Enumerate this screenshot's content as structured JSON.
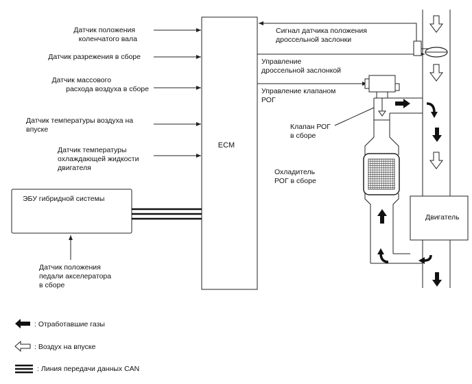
{
  "inputs": {
    "crank_sensor": [
      "Датчик положения",
      "коленчатого вала"
    ],
    "vacuum_sensor": [
      "Датчик разрежения в сборе"
    ],
    "maf_sensor": [
      "Датчик массового",
      "расхода воздуха в сборе"
    ],
    "iat_sensor": [
      "Датчик температуры воздуха на",
      "впуске"
    ],
    "ect_sensor": [
      "Датчик температуры",
      "охлаждающей жидкости",
      "двигателя"
    ]
  },
  "ecm": {
    "label": "ECM"
  },
  "hybrid_ecu": {
    "label": "ЭБУ гибридной системы"
  },
  "pedal_sensor": [
    "Датчик положения",
    "педали акселератора",
    "в сборе"
  ],
  "signals": {
    "throttle_position": [
      "Сигнал датчика положения",
      "дроссельной заслонки"
    ],
    "throttle_control": [
      "Управление",
      "дроссельной заслонкой"
    ],
    "egr_valve_control": [
      "Управление клапаном",
      "РОГ"
    ]
  },
  "components": {
    "egr_valve": [
      "Клапан РОГ",
      "в сборе"
    ],
    "egr_cooler": [
      "Охладитель",
      "РОГ в сборе"
    ],
    "engine": "Двигатель"
  },
  "legend": {
    "exhaust": ": Отработавшие газы",
    "intake_air": ": Воздух на впуске",
    "can_line": ": Линия передачи данных CAN"
  }
}
